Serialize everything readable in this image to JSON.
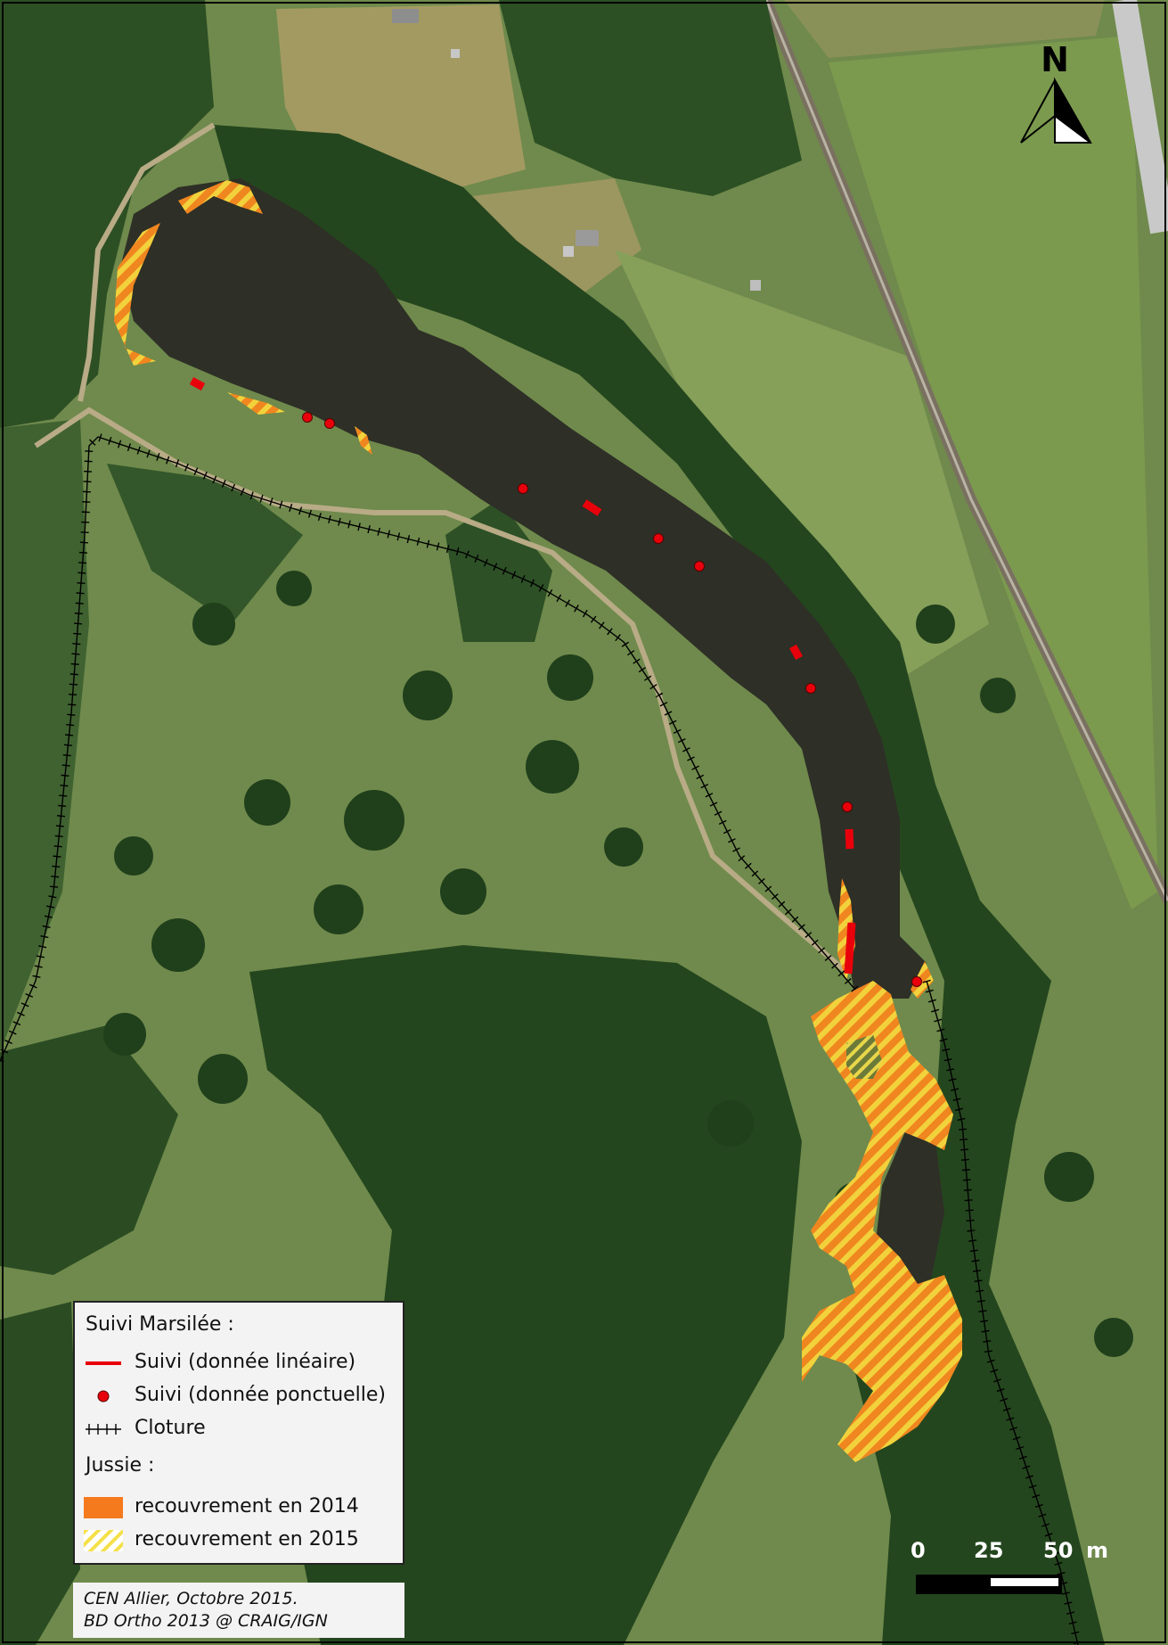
{
  "north_arrow": {
    "label": "N"
  },
  "legend": {
    "marsilee_title": "Suivi Marsilée :",
    "items_marsilee": [
      {
        "symbol": "line-red",
        "label": "Suivi (donnée linéaire)",
        "color": "#e8000b"
      },
      {
        "symbol": "point-red",
        "label": "Suivi (donnée ponctuelle)",
        "color": "#e8000b"
      },
      {
        "symbol": "fence",
        "label": "Cloture",
        "color": "#000000"
      }
    ],
    "jussie_title": "Jussie :",
    "items_jussie": [
      {
        "symbol": "fill-orange",
        "label": "recouvrement en 2014",
        "color": "#f57a1e"
      },
      {
        "symbol": "hatch-yellow",
        "label": "recouvrement en 2015",
        "color": "#f5e04a"
      }
    ]
  },
  "credits": {
    "line1": "CEN Allier, Octobre 2015.",
    "line2": "BD Ortho 2013 @ CRAIG/IGN"
  },
  "scale_bar": {
    "label_0": "0",
    "label_25": "25",
    "label_50": "50",
    "unit": "m"
  },
  "colors": {
    "water": "#2e2f26",
    "meadow": "#6d8a4a",
    "forest": "#24451e",
    "jussie_2014": "#f57a1e",
    "jussie_2015": "#f5e04a",
    "suivi": "#e8000b"
  }
}
